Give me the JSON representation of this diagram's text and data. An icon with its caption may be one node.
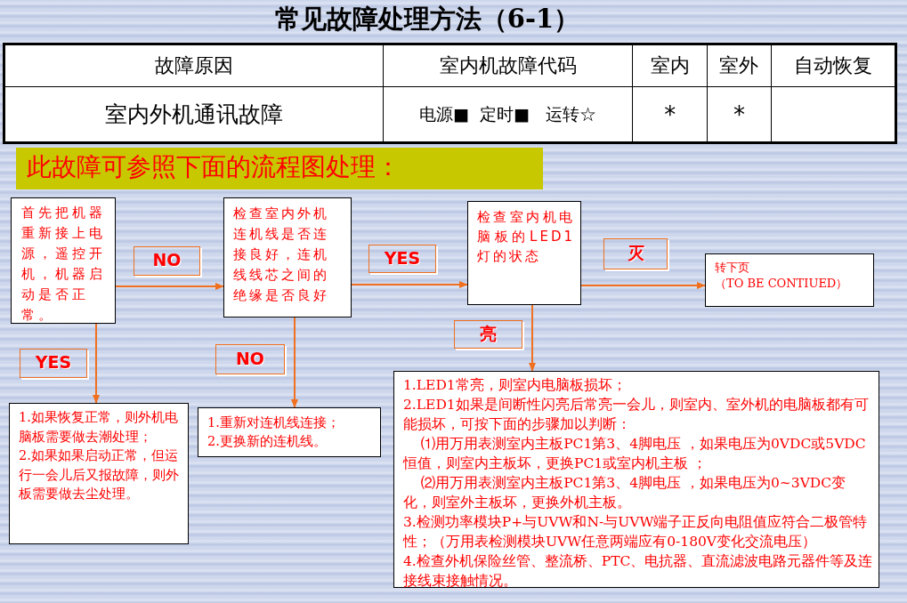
{
  "diagram": {
    "title": "常见故障处理方法（6-1）",
    "nodes": [
      {
        "text": [
          "首先把机器重新接上电源，遥控开机，机器启动是否正常。"
        ]
      },
      {
        "text": [
          "检查室内外机连机线是否连接良好，连机线线芯之间的绝缘是否良好"
        ]
      },
      {
        "text": [
          "检查室内机电脑板的LED1灯的状态"
        ]
      },
      {
        "text": [
          "转下页",
          "（TO BE CONTIUED）"
        ]
      },
      {
        "text": [
          "1.如果恢复正常，则外机电脑板需要做去潮处理；",
          "2.如果如果启动正常，但运行一会儿后又报故障，则外板需要做去尘处理。"
        ]
      },
      {
        "text": [
          "1.重新对连机线连接；",
          "2.更换新的连机线。"
        ]
      },
      {
        "text": [
          "1.LED1常亮，则室内电脑板损坏；",
          "2.LED1如果是间断性闪亮后常亮一会儿，则室内、室外机的电脑板都有可能损坏，可按下面的步骤加以判断：",
          "⑴用万用表测室内主板PC1第3、4脚电压 ，如果电压为0VDC或5VDC恒值，则室内主板坏，更换PC1或室内机主板 ；",
          "⑵用万用表测室内主板PC1第3、4脚电压 ，如果电压为0~3VDC变化，则室外主板坏，更换外机主板。",
          "3.检测功率模块P+与UVW和N-与UVW端子正反向电阻值应符合二极管特性；（万用表检测模块UVW任意两端应有0-180V变化交流电压）",
          "4.检查外机保险丝管、整流桥、PTC、电抗器、直流滤波电路元器件等及连接线束接触情况。"
        ]
      }
    ],
    "edges": [
      {
        "from": 0,
        "to": 1,
        "arrow": "to",
        "label": "NO"
      },
      {
        "from": 1,
        "to": 2,
        "arrow": "to",
        "label": "YES"
      },
      {
        "from": 2,
        "to": 3,
        "arrow": "to",
        "label": "灭"
      },
      {
        "from": 2,
        "to": 6,
        "arrow": "to",
        "label": "亮"
      },
      {
        "from": 0,
        "to": 4,
        "arrow": "to",
        "label": "YES"
      },
      {
        "from": 1,
        "to": 5,
        "arrow": "to",
        "label": "NO"
      }
    ],
    "labels": [
      "故障原因",
      "室内机故障代码",
      "室内",
      "室外",
      "自动恢复",
      "室内外机通讯故障",
      "电源■  定时■   运转☆",
      "*",
      "*",
      "此故障可参照下面的流程图处理："
    ]
  }
}
